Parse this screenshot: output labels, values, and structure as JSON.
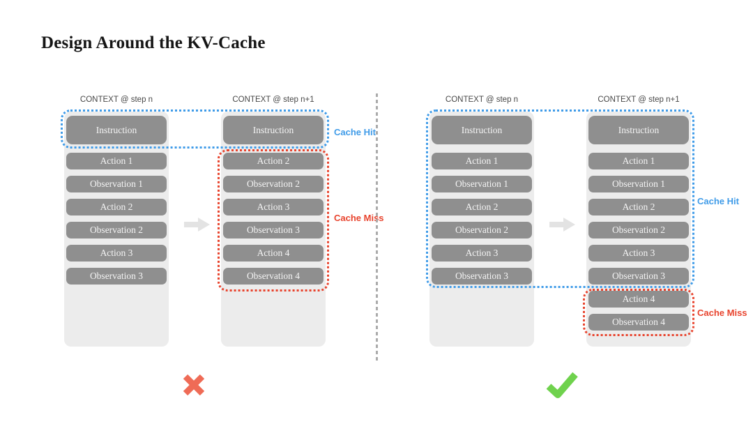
{
  "title": "Design Around the KV-Cache",
  "labels": {
    "cache_hit": "Cache Hit",
    "cache_miss": "Cache Miss"
  },
  "icons": {
    "cross": "✕",
    "check": "✓"
  },
  "colors": {
    "cache_hit": "#3f9be8",
    "cache_miss": "#e8432d",
    "cross": "#ef6b56",
    "check": "#6fd24d",
    "block": "#8f8f8f",
    "column_bg": "#ececec",
    "arrow": "#e3e3e3",
    "divider": "#ababab",
    "header_text": "#474747",
    "title_text": "#151515"
  },
  "left": {
    "col1": {
      "header": "CONTEXT @ step n",
      "blocks": [
        "Instruction",
        "Action 1",
        "Observation 1",
        "Action 2",
        "Observation 2",
        "Action 3",
        "Observation 3"
      ]
    },
    "col2": {
      "header": "CONTEXT @ step n+1",
      "blocks": [
        "Instruction",
        "Action 2",
        "Observation 2",
        "Action 3",
        "Observation 3",
        "Action 4",
        "Observation 4"
      ]
    }
  },
  "right": {
    "col1": {
      "header": "CONTEXT @ step n",
      "blocks": [
        "Instruction",
        "Action 1",
        "Observation 1",
        "Action 2",
        "Observation 2",
        "Action 3",
        "Observation 3"
      ]
    },
    "col2": {
      "header": "CONTEXT @ step n+1",
      "blocks": [
        "Instruction",
        "Action 1",
        "Observation 1",
        "Action 2",
        "Observation 2",
        "Action 3",
        "Observation 3",
        "Action 4",
        "Observation 4"
      ]
    }
  }
}
